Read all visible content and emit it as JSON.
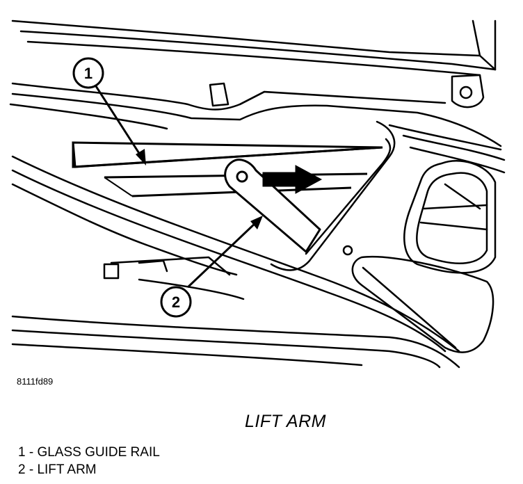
{
  "figure_id": "8111fd89",
  "caption": "LIFT ARM",
  "callouts": [
    "1",
    "2"
  ],
  "legend": [
    {
      "number": "1",
      "text": "GLASS GUIDE RAIL"
    },
    {
      "number": "2",
      "text": "LIFT ARM"
    }
  ],
  "legend_lines": [
    "1 - GLASS GUIDE RAIL",
    "2 - LIFT ARM"
  ],
  "colors": {
    "ink": "#000000",
    "paper": "#ffffff"
  }
}
